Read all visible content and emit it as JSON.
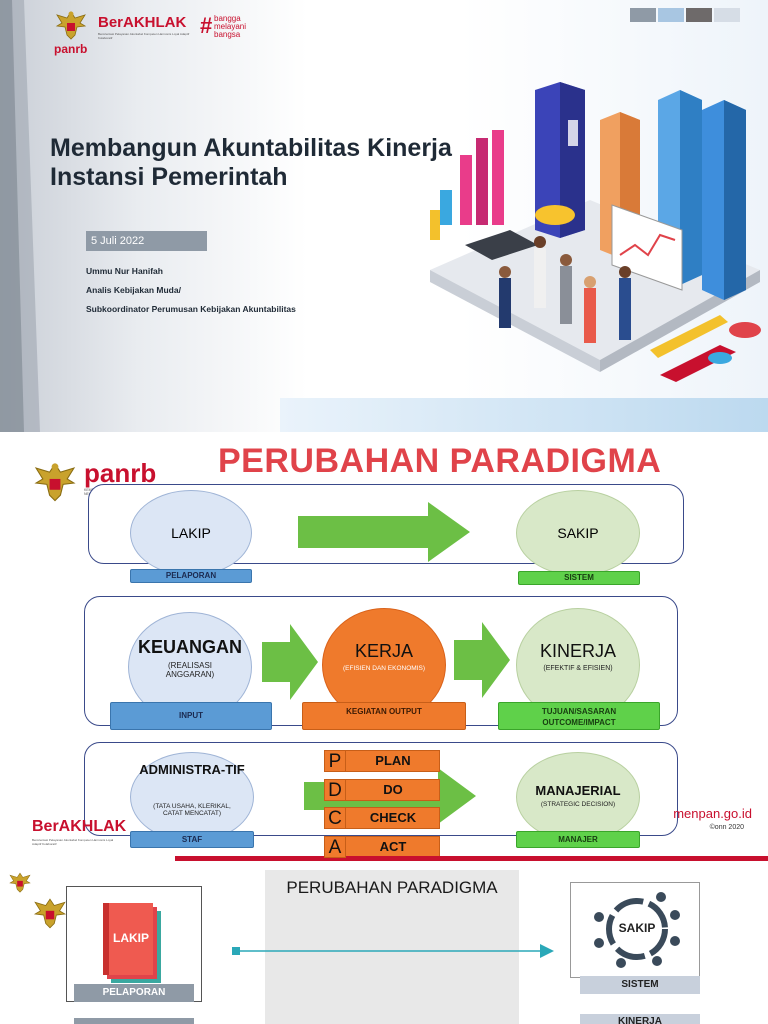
{
  "slide1": {
    "logo_text": "panrb",
    "berakhlak": "BerAKHLAK",
    "berakhlak_tag": "Berorientasi Pelayanan Akuntabel Kompeten Harmonis Loyal Adaptif Kolaboratif",
    "bangga_line1": "bangga",
    "bangga_line2": "melayani",
    "bangga_line3": "bangsa",
    "title_line1": "Membangun Akuntabilitas Kinerja",
    "title_line2": "Instansi Pemerintah",
    "date": "5 Juli 2022",
    "author_name": "Ummu Nur Hanifah",
    "author_role": "Analis Kebijakan Muda/",
    "author_unit": "Subkoordinator Perumusan Kebijakan Akuntabilitas",
    "colors": {
      "sq1": "#8f9aa6",
      "sq2": "#a8c6e2",
      "sq3": "#6e6a6a",
      "sq4": "#d6dde6"
    }
  },
  "slide2": {
    "logo_text": "panrb",
    "logo_sub": "KEMENTERIAN PENDAYAGUNAAN APARATUR NEGARA DAN REFORMASI BIROKRASI",
    "heading": "PERUBAHAN PARADIGMA",
    "row1": {
      "left_circle": "LAKIP",
      "left_label": "PELAPORAN",
      "right_circle": "SAKIP",
      "right_label": "SISTEM"
    },
    "row2": {
      "c1_title": "KEUANGAN",
      "c1_sub": "(REALISASI ANGGARAN)",
      "c1_label": "INPUT",
      "c2_title": "KERJA",
      "c2_sub": "(EFISIEN DAN EKONOMIS)",
      "c2_label": "KEGIATAN OUTPUT",
      "c3_title": "KINERJA",
      "c3_sub": "(EFEKTIF & EFISIEN)",
      "c3_label": "TUJUAN/SASARAN OUTCOME/IMPACT"
    },
    "row3": {
      "c1_title": "ADMINISTRA-TIF",
      "c1_sub": "(TATA USAHA, KLERIKAL, CATAT MENCATAT)",
      "c1_label": "STAF",
      "pdca": [
        {
          "letter": "P",
          "word": "PLAN"
        },
        {
          "letter": "D",
          "word": "DO"
        },
        {
          "letter": "C",
          "word": "CHECK"
        },
        {
          "letter": "A",
          "word": "ACT"
        }
      ],
      "c3_title": "MANAJERIAL",
      "c3_sub": "(STRATEGIC DECISION)",
      "c3_label": "MANAJER"
    },
    "berakhlak": "BerAKHLAK",
    "berakhlak_tag": "Berorientasi Pelayanan Akuntabel Kompeten Harmonis Loyal Adaptif Kolaboratif",
    "website": "menpan.go.id",
    "copyright": "©onn 2020"
  },
  "slide3": {
    "heading": "PERUBAHAN PARADIGMA",
    "book_label": "LAKIP",
    "left_label": "PELAPORAN",
    "center_label": "SAKIP",
    "right_label": "SISTEM",
    "bottom_right_label": "KINERJA"
  }
}
